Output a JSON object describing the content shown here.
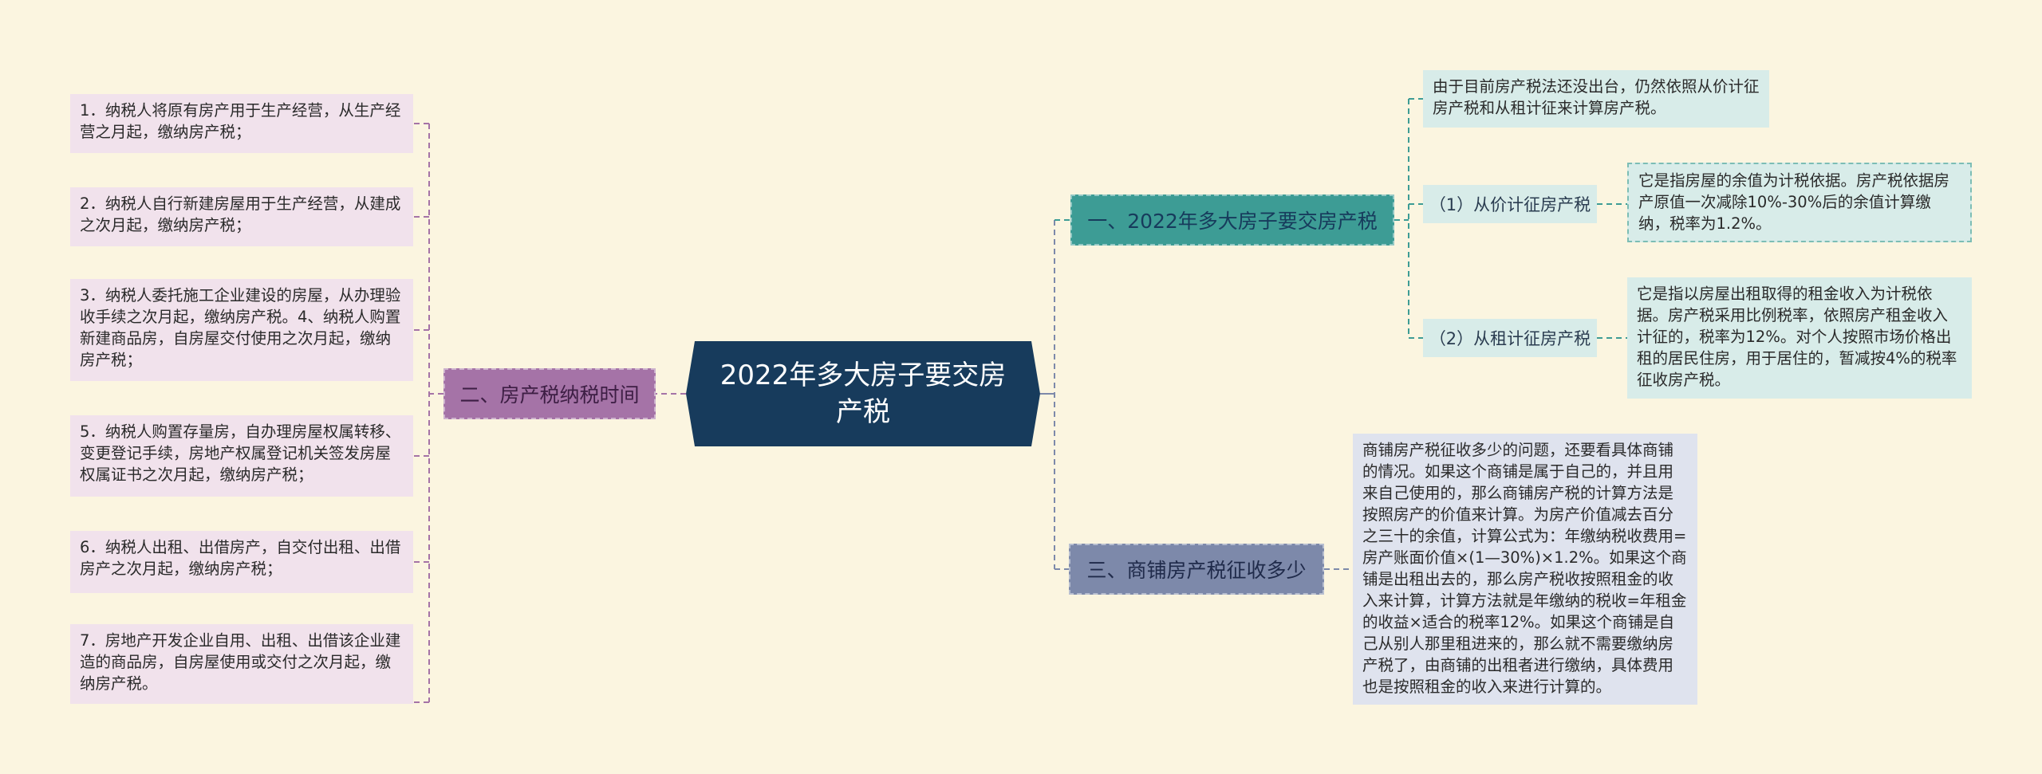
{
  "root": {
    "title": "2022年多大房子要交房产税"
  },
  "branches": [
    {
      "label": "一、2022年多大房子要交房产税",
      "intro": "由于目前房产税法还没出台，仍然依照从价计征房产税和从租计征来计算房产税。",
      "subs": [
        {
          "label": "（1）从价计征房产税",
          "detail": "它是指房屋的余值为计税依据。房产税依据房产原值一次减除10%-30%后的余值计算缴纳，税率为1.2%。"
        },
        {
          "label": "（2）从租计征房产税",
          "detail": "它是指以房屋出租取得的租金收入为计税依据。房产税采用比例税率，依照房产租金收入计征的，税率为12%。对个人按照市场价格出租的居民住房，用于居住的，暂减按4%的税率征收房产税。"
        }
      ]
    },
    {
      "label": "二、房产税纳税时间",
      "items": [
        "1．纳税人将原有房产用于生产经营，从生产经营之月起，缴纳房产税；",
        "2．纳税人自行新建房屋用于生产经营，从建成之次月起，缴纳房产税；",
        "3．纳税人委托施工企业建设的房屋，从办理验收手续之次月起，缴纳房产税。4、纳税人购置新建商品房，自房屋交付使用之次月起，缴纳房产税；",
        "5．纳税人购置存量房，自办理房屋权属转移、变更登记手续，房地产权属登记机关签发房屋权属证书之次月起，缴纳房产税；",
        "6．纳税人出租、出借房产，自交付出租、出借房产之次月起，缴纳房产税；",
        "7．房地产开发企业自用、出租、出借该企业建造的商品房，自房屋使用或交付之次月起，缴纳房产税。"
      ]
    },
    {
      "label": "三、商铺房产税征收多少",
      "detail": "商铺房产税征收多少的问题，还要看具体商铺的情况。如果这个商铺是属于自己的，并且用来自己使用的，那么商铺房产税的计算方法是按照房产的价值来计算。为房产价值减去百分之三十的余值，计算公式为：年缴纳税收费用=房产账面价值×(1—30%)×1.2%。如果这个商铺是出租出去的，那么房产税收按照租金的收入来计算，计算方法就是年缴纳的税收=年租金的收益×适合的税率12%。如果这个商铺是自己从别人那里租进来的，那么就不需要缴纳房产税了，由商铺的出租者进行缴纳，具体费用也是按照租金的收入来进行计算的。"
    }
  ],
  "colors": {
    "background": "#fbf5e0",
    "root": "#173b5c",
    "branch1": "#3d9c95",
    "branch2": "#a573a7",
    "branch3": "#7d89aa",
    "leaf1": "#d8ece9",
    "leaf2": "#f1e2ec",
    "leaf3": "#dfe3ee"
  }
}
